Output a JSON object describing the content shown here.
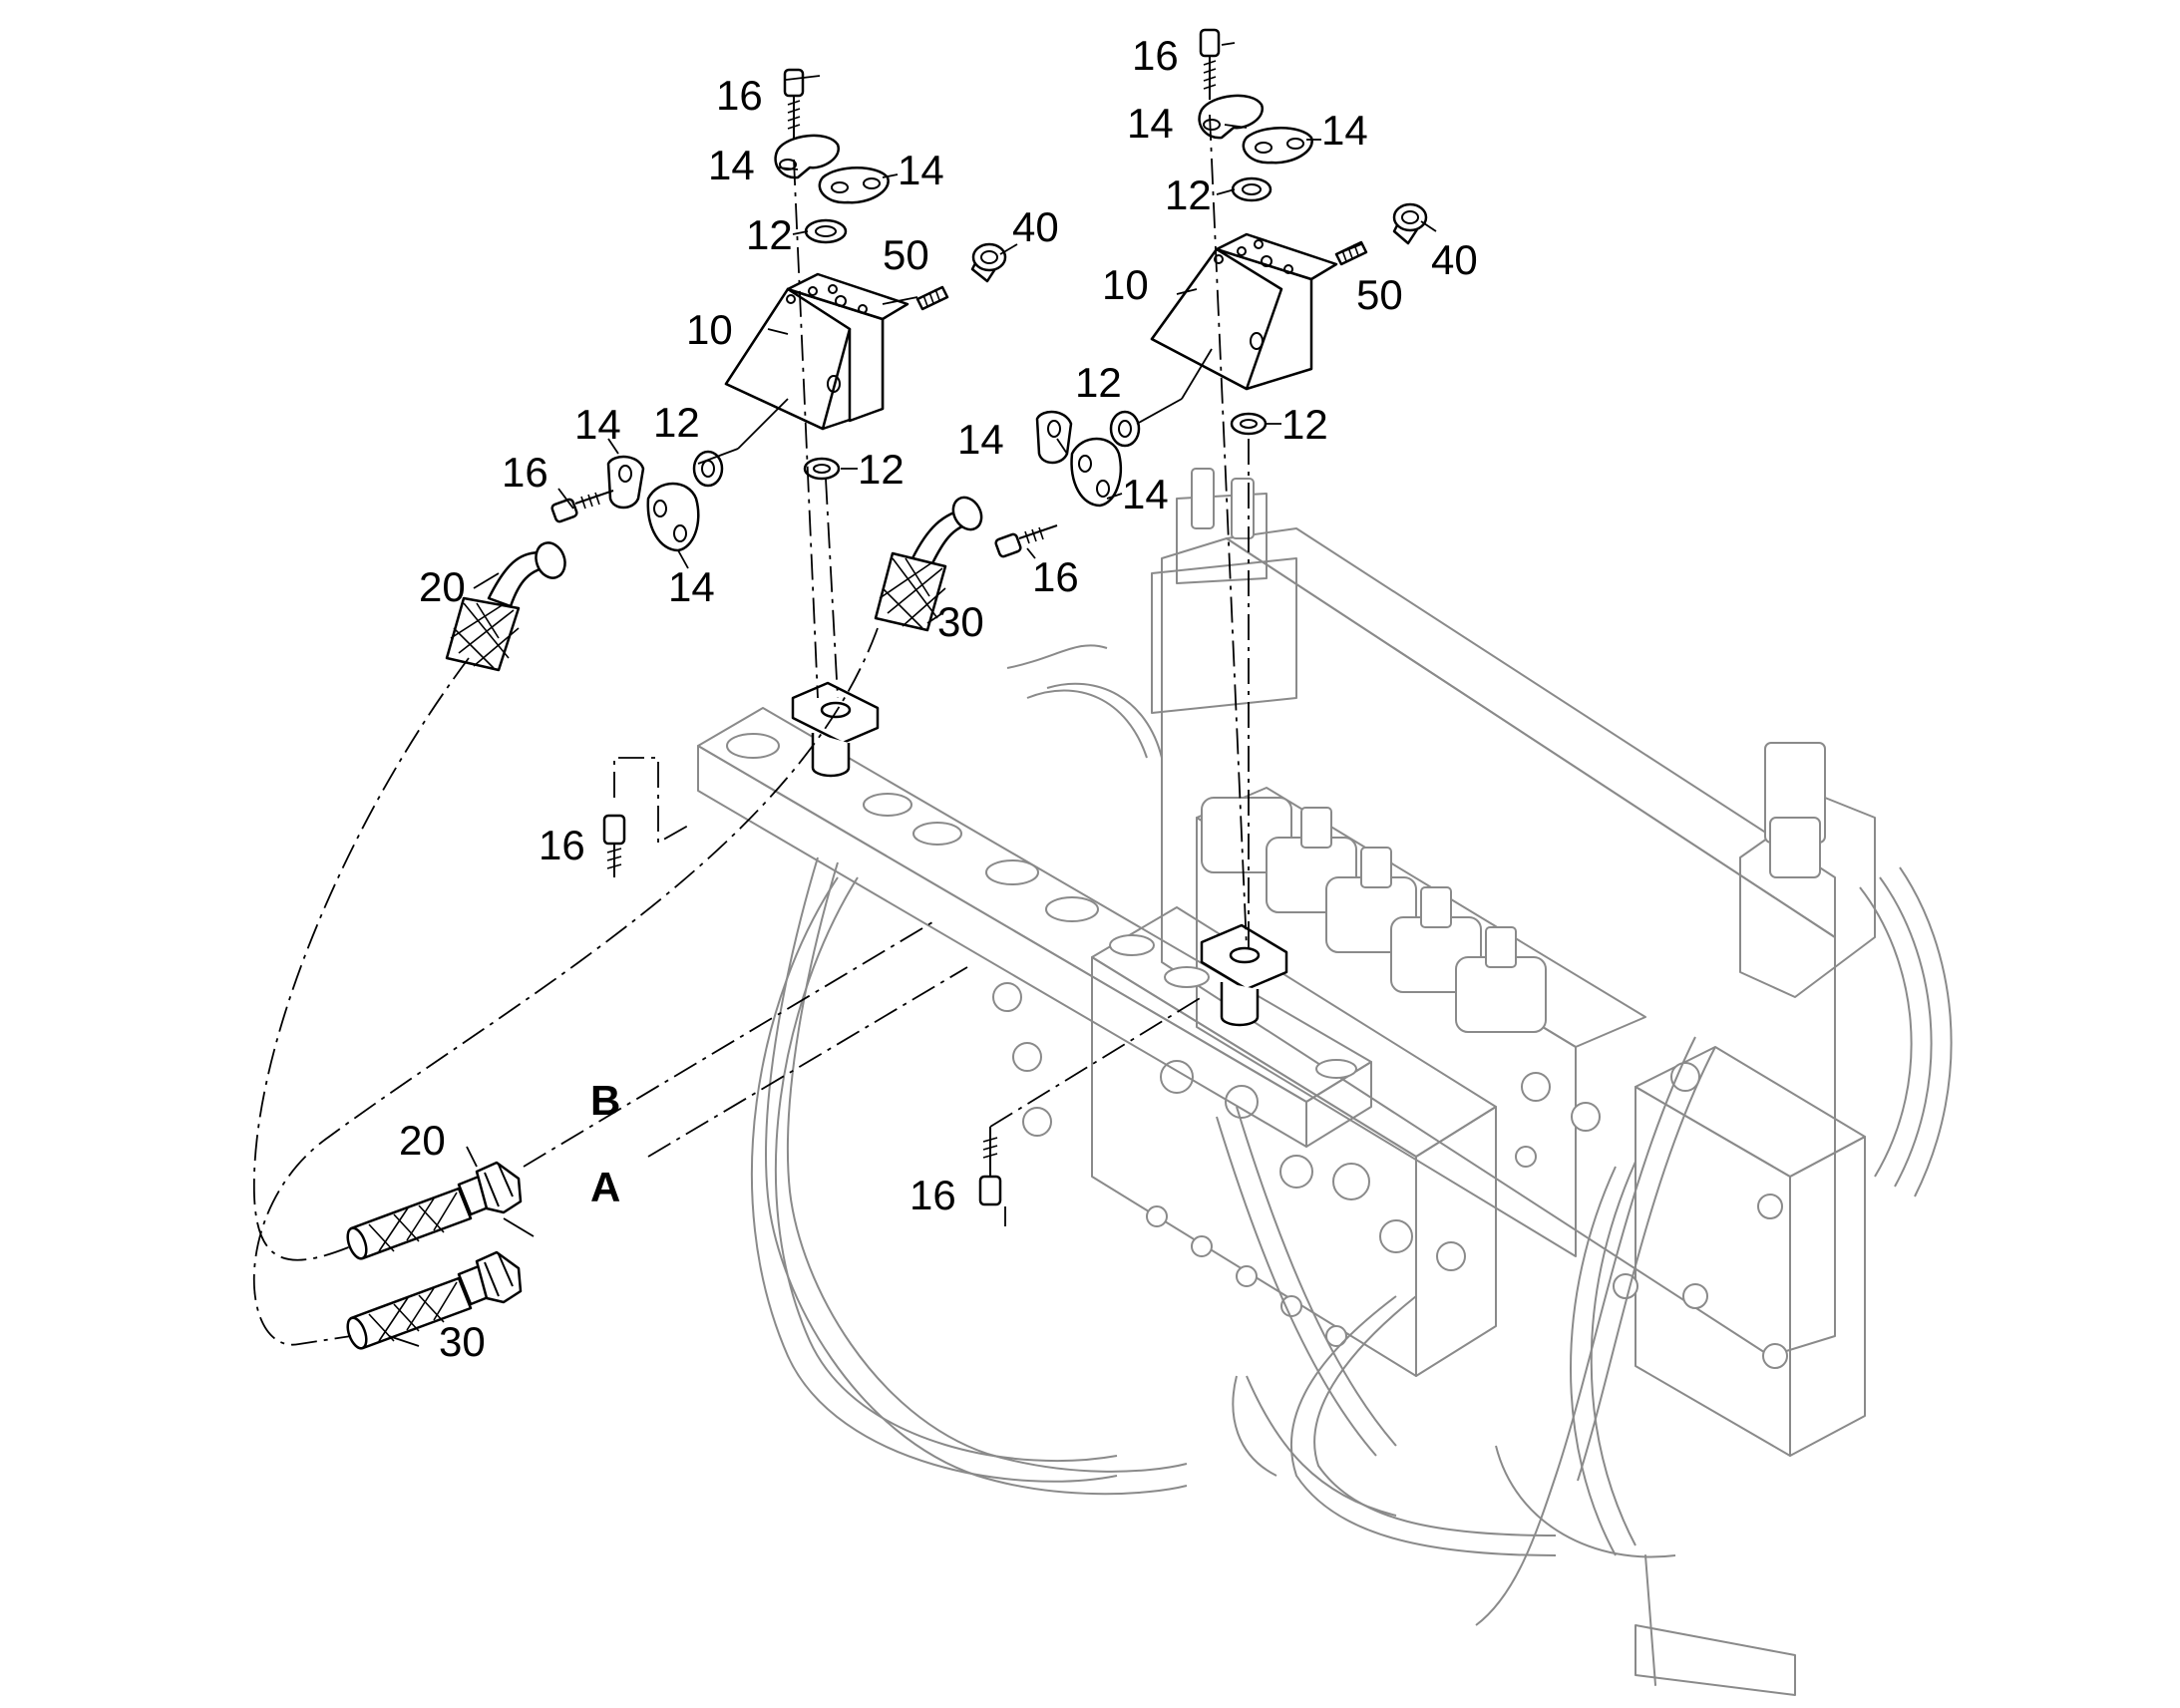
{
  "diagram": {
    "callouts": {
      "c01": "16",
      "c02": "14",
      "c03": "14",
      "c04": "12",
      "c05": "50",
      "c06": "40",
      "c07": "10",
      "c08": "16",
      "c09": "14",
      "c10": "14",
      "c11": "12",
      "c12": "10",
      "c13": "40",
      "c14": "50",
      "c15": "12",
      "c16": "12",
      "c17": "14",
      "c18": "12",
      "c19": "16",
      "c20": "20",
      "c21": "14",
      "c22": "12",
      "c23": "14",
      "c24": "14",
      "c25": "16",
      "c26": "30",
      "c27": "16",
      "c28": "B",
      "c29": "20",
      "c30": "A",
      "c31": "30",
      "c32": "16"
    }
  }
}
